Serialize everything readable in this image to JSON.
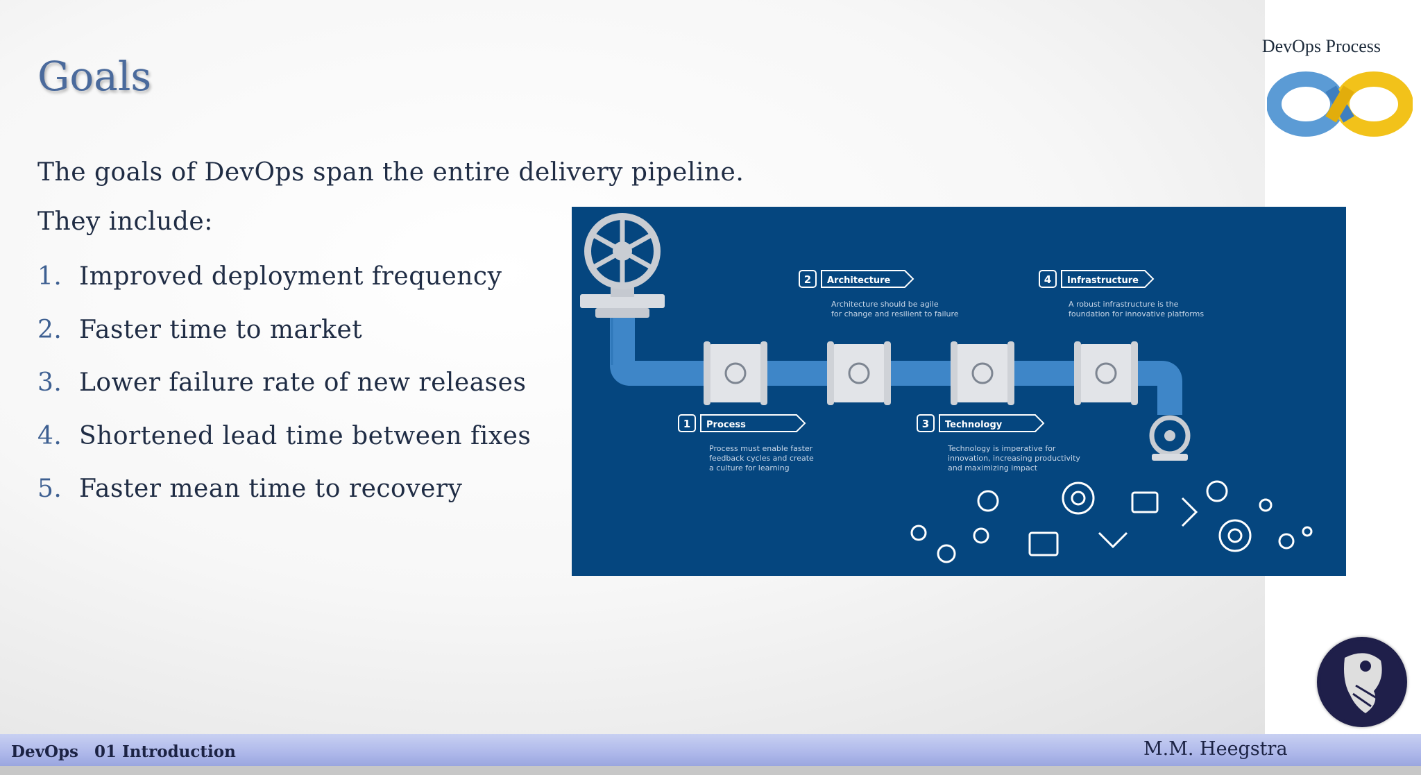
{
  "slide": {
    "title": "Goals",
    "intro_line_1": "The goals of DevOps span the entire delivery pipeline.",
    "intro_line_2": "They include:",
    "goals": [
      {
        "number": "1.",
        "text": "Improved deployment frequency"
      },
      {
        "number": "2.",
        "text": "Faster time to market"
      },
      {
        "number": "3.",
        "text": "Lower failure rate of new releases"
      },
      {
        "number": "4.",
        "text": "Shortened lead time between fixes"
      },
      {
        "number": "5.",
        "text": "Faster mean time to recovery"
      }
    ]
  },
  "corner": {
    "label": "DevOps Process"
  },
  "figure": {
    "steps": [
      {
        "number": "1",
        "label": "Process",
        "caption_1": "Process must enable faster",
        "caption_2": "feedback cycles and create",
        "caption_3": "a culture for learning"
      },
      {
        "number": "2",
        "label": "Architecture",
        "caption_1": "Architecture should be agile",
        "caption_2": "for change and resilient to failure",
        "caption_3": ""
      },
      {
        "number": "3",
        "label": "Technology",
        "caption_1": "Technology is imperative for",
        "caption_2": "innovation, increasing productivity",
        "caption_3": "and maximizing impact"
      },
      {
        "number": "4",
        "label": "Infrastructure",
        "caption_1": "A robust infrastructure is the",
        "caption_2": "foundation for innovative platforms",
        "caption_3": ""
      }
    ]
  },
  "footer": {
    "course": "DevOps",
    "chapter": "01 Introduction",
    "author": "M.M. Heegstra"
  },
  "colors": {
    "title": "#4a6a9c",
    "figure_background": "#05467f",
    "footer_bar": "#aeb8ea",
    "logo_blue": "#5b9bd5",
    "logo_yellow": "#f2c21a"
  }
}
